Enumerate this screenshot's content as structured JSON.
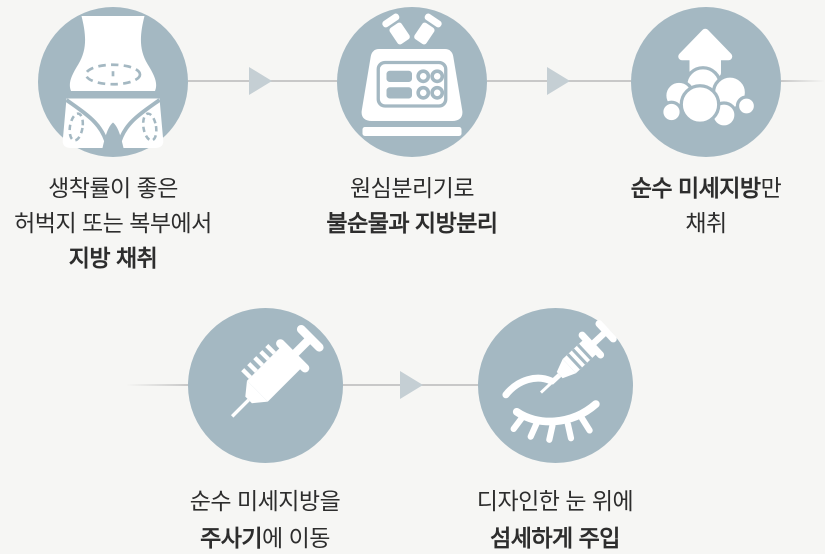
{
  "colors": {
    "background": "#f6f6f4",
    "circle_fill": "#a4b8c2",
    "icon_fill": "#ffffff",
    "connector_line": "#c8c8c8",
    "arrowhead": "#c5cfd4",
    "text": "#2d2d2d"
  },
  "steps": [
    {
      "icon": "liposuction-body-icon",
      "line1": "생착률이 좋은",
      "line2": "허벅지 또는 복부에서",
      "line3_bold": "지방 채취"
    },
    {
      "icon": "centrifuge-icon",
      "line1": "원심분리기로",
      "line2_bold": "불순물과 지방분리"
    },
    {
      "icon": "fat-cells-up-arrow-icon",
      "line1_bold": "순수 미세지방",
      "line1_regular": "만",
      "line2": "채취"
    },
    {
      "icon": "syringe-icon",
      "line1": "순수 미세지방을",
      "line2_bold": "주사기",
      "line2_regular": "에 이동"
    },
    {
      "icon": "eye-injection-icon",
      "line1": "디자인한 눈 위에",
      "line2_bold": "섬세하게 주입"
    }
  ]
}
